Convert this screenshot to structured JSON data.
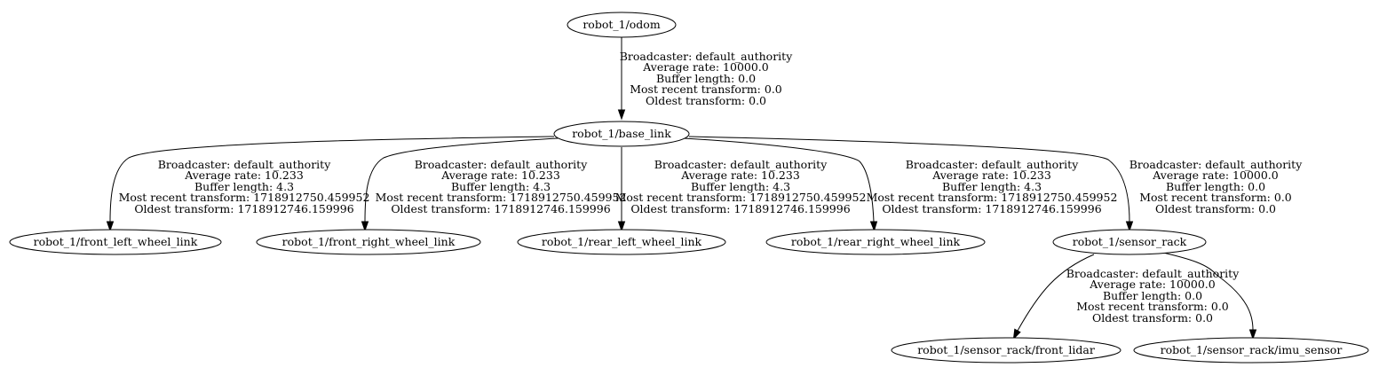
{
  "nodes": {
    "odom": "robot_1/odom",
    "base_link": "robot_1/base_link",
    "front_left_wheel_link": "robot_1/front_left_wheel_link",
    "front_right_wheel_link": "robot_1/front_right_wheel_link",
    "rear_left_wheel_link": "robot_1/rear_left_wheel_link",
    "rear_right_wheel_link": "robot_1/rear_right_wheel_link",
    "sensor_rack": "robot_1/sensor_rack",
    "front_lidar": "robot_1/sensor_rack/front_lidar",
    "imu_sensor": "robot_1/sensor_rack/imu_sensor"
  },
  "edges": {
    "odom_base": [
      "Broadcaster: default_authority",
      "Average rate: 10000.0",
      "Buffer length: 0.0",
      "Most recent transform: 0.0",
      "Oldest transform: 0.0"
    ],
    "base_fl": [
      "Broadcaster: default_authority",
      "Average rate: 10.233",
      "Buffer length: 4.3",
      "Most recent transform: 1718912750.459952",
      "Oldest transform: 1718912746.159996"
    ],
    "base_fr": [
      "Broadcaster: default_authority",
      "Average rate: 10.233",
      "Buffer length: 4.3",
      "Most recent transform: 1718912750.459952",
      "Oldest transform: 1718912746.159996"
    ],
    "base_rl": [
      "Broadcaster: default_authority",
      "Average rate: 10.233",
      "Buffer length: 4.3",
      "Most recent transform: 1718912750.459952",
      "Oldest transform: 1718912746.159996"
    ],
    "base_rr": [
      "Broadcaster: default_authority",
      "Average rate: 10.233",
      "Buffer length: 4.3",
      "Most recent transform: 1718912750.459952",
      "Oldest transform: 1718912746.159996"
    ],
    "base_rack": [
      "Broadcaster: default_authority",
      "Average rate: 10000.0",
      "Buffer length: 0.0",
      "Most recent transform: 0.0",
      "Oldest transform: 0.0"
    ],
    "rack_sensors": [
      "Broadcaster: default_authority",
      "Average rate: 10000.0",
      "Buffer length: 0.0",
      "Most recent transform: 0.0",
      "Oldest transform: 0.0"
    ]
  }
}
